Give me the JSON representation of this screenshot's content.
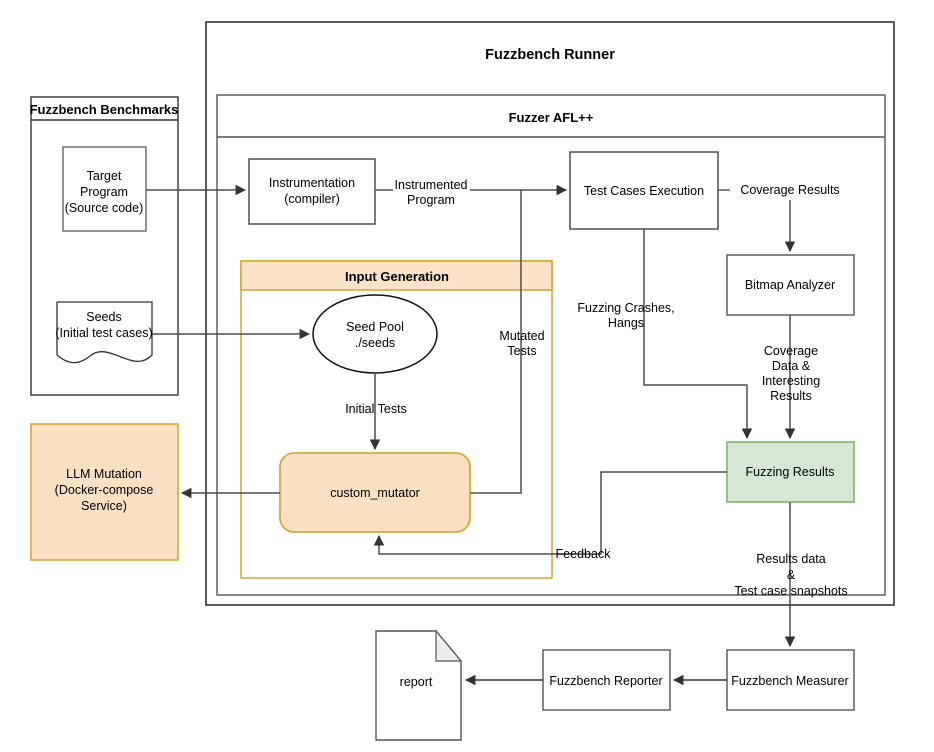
{
  "diagram": {
    "title": "Fuzzbench Runner architecture with LLM-based custom mutator",
    "colors": {
      "stroke": "#4d4d4d",
      "stroke_dark": "#1a1a1a",
      "orange_fill": "#fae0c3",
      "orange_fill_light": "#fbe2c8",
      "orange_stroke": "#d6a93b",
      "green_fill": "#d5e8d4",
      "green_stroke": "#82b366",
      "white": "#ffffff",
      "fold_fill": "#eeeeee"
    }
  },
  "containers": {
    "runner": {
      "title": "Fuzzbench Runner"
    },
    "fuzzer": {
      "title": "Fuzzer AFL++"
    },
    "benchmarks": {
      "title": "Fuzzbench Benchmarks"
    },
    "input_generation": {
      "title": "Input Generation"
    }
  },
  "nodes": {
    "target_program": {
      "line1": "Target",
      "line2": "Program",
      "line3": "(Source code)"
    },
    "seeds": {
      "line1": "Seeds",
      "line2": "(Initial test cases)"
    },
    "llm_mutation": {
      "line1": "LLM Mutation",
      "line2": "(Docker-compose",
      "line3": "Service)"
    },
    "instrumentation": {
      "line1": "Instrumentation",
      "line2": "(compiler)"
    },
    "seed_pool": {
      "line1": "Seed Pool",
      "line2": "./seeds"
    },
    "custom_mutator": {
      "label": "custom_mutator"
    },
    "test_cases_execution": {
      "label": "Test Cases Execution"
    },
    "bitmap_analyzer": {
      "label": "Bitmap Analyzer"
    },
    "fuzzing_results": {
      "label": "Fuzzing Results"
    },
    "fuzzbench_measurer": {
      "label": "Fuzzbench Measurer"
    },
    "fuzzbench_reporter": {
      "label": "Fuzzbench Reporter"
    },
    "report": {
      "label": "report"
    }
  },
  "edge_labels": {
    "instrumented_program_1": "Instrumented",
    "instrumented_program_2": "Program",
    "coverage_results": "Coverage Results",
    "mutated_tests_1": "Mutated",
    "mutated_tests_2": "Tests",
    "initial_tests": "Initial Tests",
    "fuzzing_crashes_1": "Fuzzing Crashes,",
    "fuzzing_crashes_2": "Hangs",
    "coverage_data_1": "Coverage",
    "coverage_data_2": "Data &",
    "coverage_data_3": "Interesting",
    "coverage_data_4": "Results",
    "feedback": "Feedback",
    "results_data_1": "Results data",
    "results_data_2": "&",
    "results_data_3": "Test case snapshots"
  },
  "chart_data": {
    "type": "table",
    "title": "Fuzzbench Runner architecture",
    "edges": [
      {
        "from": "target_program",
        "to": "instrumentation",
        "label": ""
      },
      {
        "from": "instrumentation",
        "to": "test_cases_execution",
        "label": "Instrumented Program"
      },
      {
        "from": "seeds",
        "to": "seed_pool",
        "label": ""
      },
      {
        "from": "seed_pool",
        "to": "custom_mutator",
        "label": "Initial Tests"
      },
      {
        "from": "custom_mutator",
        "to": "test_cases_execution",
        "label": "Mutated Tests"
      },
      {
        "from": "custom_mutator",
        "to": "llm_mutation",
        "label": ""
      },
      {
        "from": "test_cases_execution",
        "to": "bitmap_analyzer",
        "label": "Coverage Results"
      },
      {
        "from": "test_cases_execution",
        "to": "fuzzing_results",
        "label": "Fuzzing Crashes, Hangs"
      },
      {
        "from": "bitmap_analyzer",
        "to": "fuzzing_results",
        "label": "Coverage Data & Interesting Results"
      },
      {
        "from": "fuzzing_results",
        "to": "custom_mutator",
        "label": "Feedback"
      },
      {
        "from": "fuzzing_results",
        "to": "fuzzbench_measurer",
        "label": "Results data & Test case snapshots"
      },
      {
        "from": "fuzzbench_measurer",
        "to": "fuzzbench_reporter",
        "label": ""
      },
      {
        "from": "fuzzbench_reporter",
        "to": "report",
        "label": ""
      }
    ]
  }
}
